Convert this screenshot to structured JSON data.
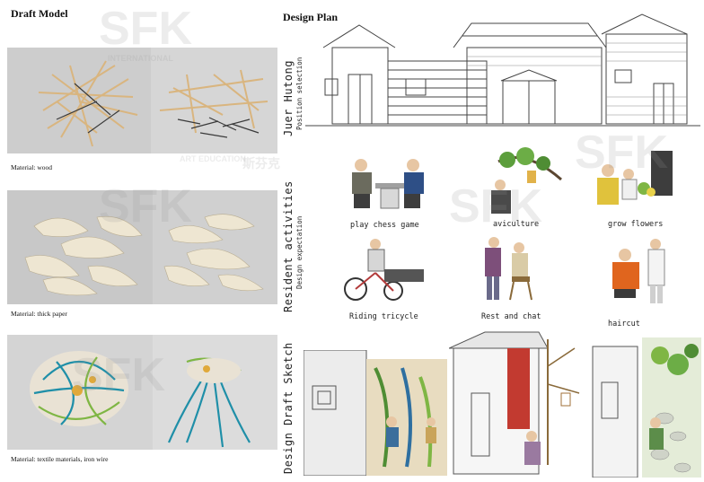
{
  "left": {
    "title": "Draft Model",
    "materials": [
      {
        "caption": "Material: wood"
      },
      {
        "caption": "Material: thick paper"
      },
      {
        "caption": "Material: textile materials, iron wire"
      }
    ]
  },
  "right": {
    "title": "Design Plan",
    "sections": {
      "hutong": {
        "title": "Juer Hutong",
        "subtitle": "Position selection"
      },
      "activities": {
        "title": "Resident activities",
        "subtitle": "Design expectation"
      },
      "sketch": {
        "title": "Design Draft Sketch"
      }
    },
    "activities": [
      "play chess game",
      "aviculture",
      "grow flowers",
      "Riding tricycle",
      "Rest and chat",
      "haircut"
    ]
  },
  "watermark": {
    "logo": "SFK",
    "line1": "INTERNATIONAL",
    "line2": "ART EDUCATION",
    "cn": "斯芬克"
  },
  "colors": {
    "photo_bg": "#c9c9c9",
    "wood": "#d8b98a",
    "paper": "#efe8d6",
    "textile_teal": "#1f8fa8",
    "textile_green": "#7fb644"
  }
}
